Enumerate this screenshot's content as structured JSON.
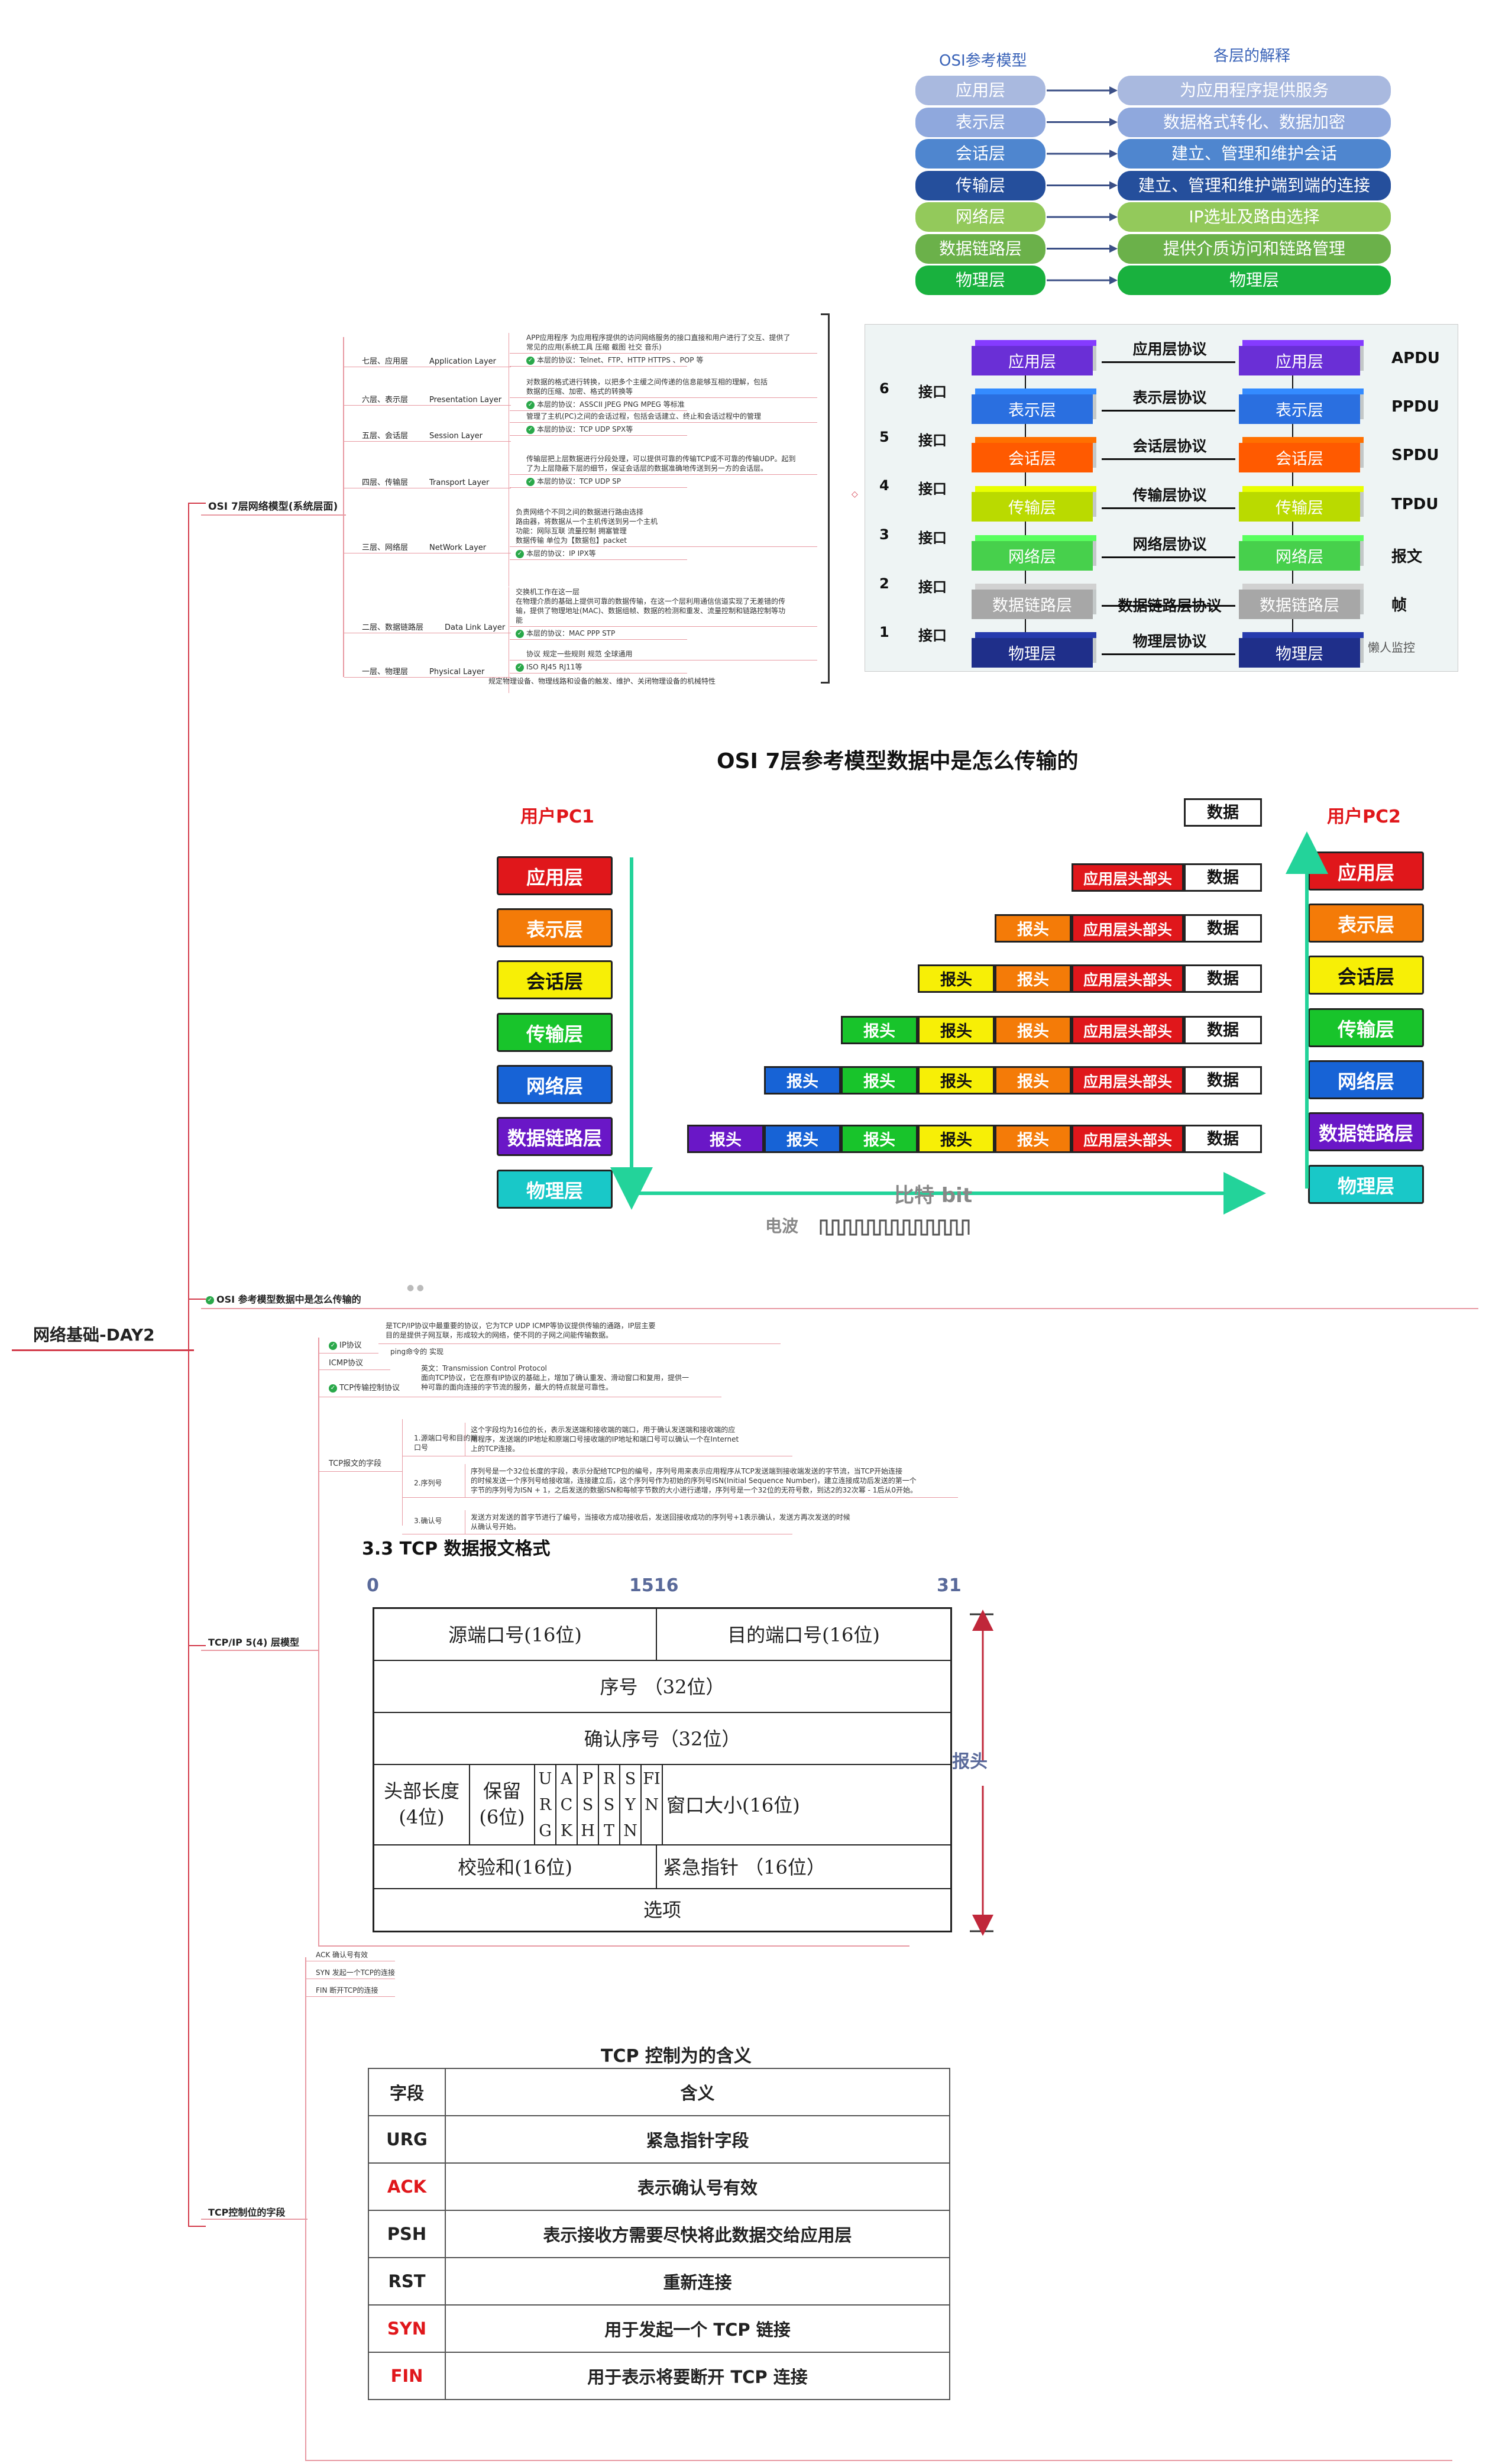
{
  "root": {
    "label": "网络基础-DAY2"
  },
  "osi_table": {
    "col1_title": "OSI参考模型",
    "col2_title": "各层的解释",
    "layers": [
      "应用层",
      "表示层",
      "会话层",
      "传输层",
      "网络层",
      "数据链路层",
      "物理层"
    ],
    "explanations": [
      "为应用程序提供服务",
      "数据格式转化、数据加密",
      "建立、管理和维护会话",
      "建立、管理和维护端到端的连接",
      "IP选址及路由选择",
      "提供介质访问和链路管理",
      "物理层"
    ],
    "colors": [
      "#a9b9df",
      "#8fa8dd",
      "#4f86cf",
      "#254f9c",
      "#93c95b",
      "#6bb14a",
      "#19b13e"
    ]
  },
  "branch_osi7": {
    "label": "OSI 7层网络模型(系统层面)",
    "layers": [
      {
        "name": "七层、应用层",
        "en": "Application Layer",
        "desc": [
          "APP应用程序 为应用程序提供的访问网络服务的接口直接和用户进行了交互、提供了",
          "常见的应用(系统工具 压缩 截图 社交 音乐)"
        ],
        "proto": "本层的协议：Telnet、FTP、HTTP HTTPS 、POP 等"
      },
      {
        "name": "六层、表示层",
        "en": "Presentation Layer",
        "desc": [
          "对数据的格式进行转换，以把多个主缓之间传递的信息能够互相的理解，包括",
          "数据的压缩、加密、格式的转换等"
        ],
        "proto": "本层的协议：ASSCII JPEG PNG MPEG 等标准"
      },
      {
        "name": "五层、会话层",
        "en": "Session Layer",
        "desc": [
          "管理了主机(PC)之间的会话过程，包括会话建立、终止和会话过程中的管理"
        ],
        "proto": "本层的协议：TCP UDP SPX等"
      },
      {
        "name": "四层、传输层",
        "en": "Transport Layer",
        "desc": [
          "传输层把上层数据进行分段处理，可以提供可靠的传输TCP或不可靠的传输UDP。起到",
          "了为上层隐蔽下层的细节，保证会话层的数据准确地传送到另一方的会话层。"
        ],
        "proto": "本层的协议：TCP UDP SP"
      },
      {
        "name": "三层、网络层",
        "en": "NetWork Layer",
        "desc": [
          "负责网络个不同之间的数据进行路由选择",
          "路由器，将数据从一个主机传送到另一个主机",
          "功能：网际互联 流量控制 拥塞管理",
          "数据传输 单位为【数据包】packet"
        ],
        "proto": "本层的协议：IP IPX等"
      },
      {
        "name": "二层、数据链路层",
        "en": "Data Link Layer",
        "desc": [
          "交换机工作在这一层",
          "在物理介质的基础上提供可靠的数据传输，在这一个层利用通信信道实现了无差错的传",
          "输，提供了物理地址(MAC)、数据组帧、数据的检测和重发、流量控制和链路控制等功",
          "能"
        ],
        "proto": "本层的协议：MAC PPP STP"
      },
      {
        "name": "一层、物理层",
        "en": "Physical Layer",
        "desc": [
          "协议 规定一些规则 规范 全球通用"
        ],
        "proto": "ISO RJ45 RJ11等",
        "extra": "规定物理设备、物理线路和设备的触发、维护、关闭物理设备的机械特性"
      }
    ]
  },
  "stack_image": {
    "layers": [
      "应用层",
      "表示层",
      "会话层",
      "传输层",
      "网络层",
      "数据链路层",
      "物理层"
    ],
    "protocols": [
      "应用层协议",
      "表示层协议",
      "会话层协议",
      "传输层协议",
      "网络层协议",
      "数据链路层协议",
      "物理层协议"
    ],
    "units": [
      "APDU",
      "PPDU",
      "SPDU",
      "TPDU",
      "报文",
      "帧"
    ],
    "numbers": [
      "6",
      "5",
      "4",
      "3",
      "2",
      "1"
    ],
    "iface": "接口",
    "watermark": "懒人监控",
    "colors": [
      "#6a2fd6",
      "#2a6fe0",
      "#ff5a00",
      "#bada00",
      "#47d04c",
      "#a7a7a7",
      "#1f2f8a"
    ]
  },
  "transmission": {
    "title": "OSI 7层参考模型数据中是怎么传输的",
    "pc1": "用户PC1",
    "pc2": "用户PC2",
    "layers": [
      "应用层",
      "表示层",
      "会话层",
      "传输层",
      "网络层",
      "数据链路层",
      "物理层"
    ],
    "colors": [
      "#e0171b",
      "#f47b08",
      "#f7ef06",
      "#18c42b",
      "#1763d6",
      "#6a17c7",
      "#19c8c8"
    ],
    "data": "数据",
    "header": "报头",
    "app_header": "应用层头部头",
    "bits": "比特 bit",
    "wave": "电波"
  },
  "branch_transmit": {
    "label": "OSI 参考模型数据中是怎么传输的"
  },
  "branch_tcpip": {
    "label": "TCP/IP 5(4) 层模型",
    "ip": {
      "name": "IP协议",
      "desc": [
        "是TCP/IP协议中最重要的协议，它为TCP UDP ICMP等协议提供传输的通路，IP层主要",
        "目的是提供子网互联，形成较大的网络，使不同的子网之间能传输数据。"
      ]
    },
    "icmp": {
      "name": "ICMP协议",
      "desc": "ping命令的 实现"
    },
    "tcp": {
      "name": "TCP传输控制协议",
      "desc": [
        "英文：Transmission Control Protocol",
        "面向TCP协议，它在原有IP协议的基础上，增加了确认重发、滑动窗口和复用，提供一",
        "种可靠的面向连接的字节流的服务，最大的特点就是可靠性。"
      ]
    },
    "fields": {
      "name": "TCP报文的字段",
      "items": [
        {
          "k": "1.源端口号和目的端口号",
          "v": [
            "这个字段均为16位的长，表示发送端和接收端的端口，用于确认发送端和接收端的应",
            "用程序，发送端的IP地址和原端口号接收端的IP地址和端口号可以确认一个在Internet",
            "上的TCP连接。"
          ]
        },
        {
          "k": "2.序列号",
          "v": [
            "序列号是一个32位长度的字段，表示分配给TCP包的编号，序列号用来表示应用程序从TCP发送端到接收端发送的字节流，当TCP开始连接",
            "的时候发送一个序列号给接收端，连接建立后，这个序列号作为初始的序列号ISN(Initial Sequence Number)，建立连接成功后发送的第一个",
            "字节的序列号为ISN + 1，之后发送的数据ISN和每帧字节数的大小进行递增，序列号是一个32位的无符号数，到达2的32次幂 - 1后从0开始。"
          ]
        },
        {
          "k": "3.确认号",
          "v": [
            "发送方对发送的首字节进行了编号，当接收方成功接收后，发送回接收成功的序列号+1表示确认，发送方再次发送的时候",
            "从确认号开始。"
          ]
        }
      ]
    },
    "header_title": "3.3 TCP 数据报文格式"
  },
  "tcp_header": {
    "bit0": "0",
    "bit1516": "1516",
    "bit31": "31",
    "src_port": "源端口号(16位)",
    "dst_port": "目的端口号(16位)",
    "seq": "序号 （32位）",
    "ack": "确认序号（32位）",
    "hlen": [
      "头部长度",
      "(4位)"
    ],
    "reserved": [
      "保留",
      "(6位)"
    ],
    "flags": [
      "URG",
      "ACK",
      "PSH",
      "RST",
      "SYN",
      "FIN"
    ],
    "window": "窗口大小(16位)",
    "checksum": "校验和(16位)",
    "urgent": "紧急指针 （16位）",
    "options": "选项",
    "side_label": "报头"
  },
  "branch_ctl": {
    "label": "TCP控制位的字段",
    "notes": [
      "ACK 确认号有效",
      "SYN 发起一个TCP的连接",
      "FIN 断开TCP的连接"
    ]
  },
  "ctl_table": {
    "title": "TCP 控制为的含义",
    "head": [
      "字段",
      "含义"
    ],
    "rows": [
      {
        "f": "URG",
        "m": "紧急指针字段",
        "red": false
      },
      {
        "f": "ACK",
        "m": "表示确认号有效",
        "red": true
      },
      {
        "f": "PSH",
        "m": "表示接收方需要尽快将此数据交给应用层",
        "red": false
      },
      {
        "f": "RST",
        "m": "重新连接",
        "red": false
      },
      {
        "f": "SYN",
        "m": "用于发起一个 TCP 链接",
        "red": true
      },
      {
        "f": "FIN",
        "m": "用于表示将要断开 TCP 连接",
        "red": true
      }
    ]
  }
}
